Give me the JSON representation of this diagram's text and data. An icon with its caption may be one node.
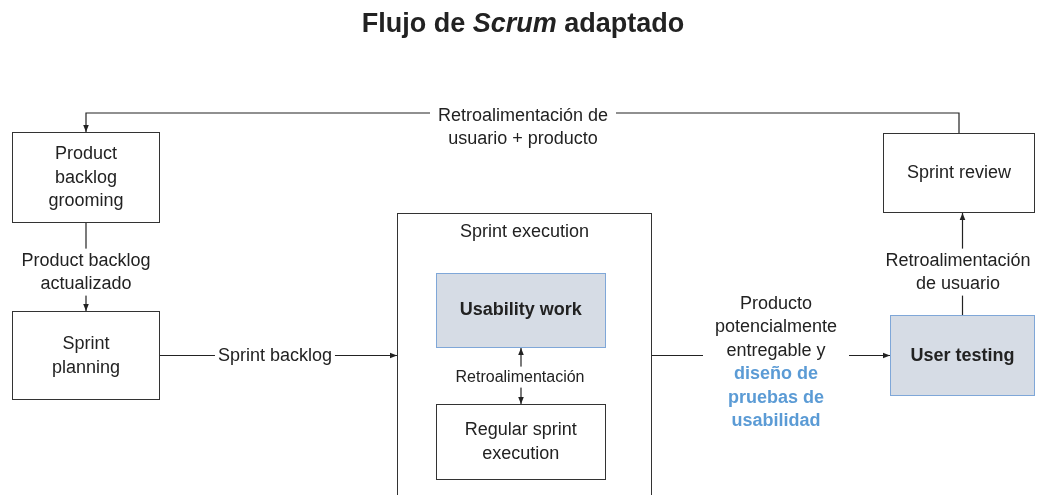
{
  "diagram": {
    "title": "Flujo de *Scrum* adaptado",
    "nodes": [
      {
        "text": [
          "Product backlog grooming"
        ]
      },
      {
        "text": [
          "Sprint review"
        ]
      },
      {
        "text": [
          "Sprint planning"
        ]
      },
      {
        "text": [
          "Sprint execution"
        ]
      },
      {
        "text": [
          "Usability work"
        ],
        "in": 3
      },
      {
        "text": [
          "Regular sprint execution"
        ],
        "in": 3
      },
      {
        "text": [
          "User testing"
        ]
      }
    ],
    "edges": [
      {
        "from": 1,
        "to": 0,
        "arrow": "to",
        "label": "Retroalimentación de usuario + producto"
      },
      {
        "from": 0,
        "to": 2,
        "arrow": "to",
        "label": "Product backlog actualizado"
      },
      {
        "from": 2,
        "to": 3,
        "arrow": "to",
        "label": "Sprint backlog"
      },
      {
        "from": 4,
        "to": 5,
        "arrow": "both",
        "label": "Retroalimentación"
      },
      {
        "from": 3,
        "to": 6,
        "arrow": "to",
        "label": "Producto potencialmente entregable y **diseño de pruebas de usabilidad**"
      },
      {
        "from": 6,
        "to": 1,
        "arrow": "to",
        "label": "Retroalimentación de usuario"
      }
    ]
  }
}
